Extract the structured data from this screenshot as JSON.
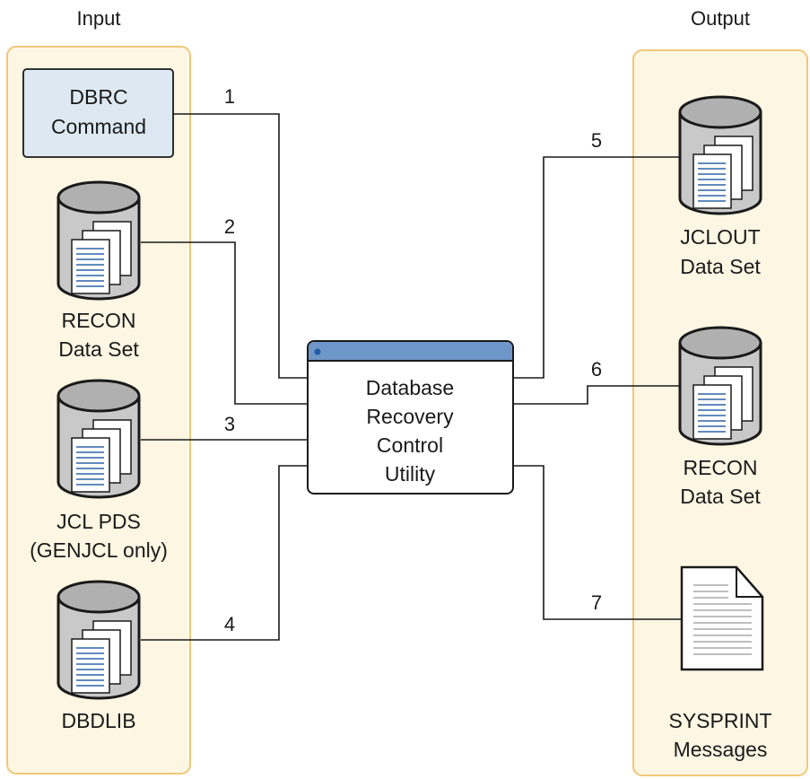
{
  "headers": {
    "input": "Input",
    "output": "Output"
  },
  "utility": {
    "lines": [
      "Database",
      "Recovery",
      "Control",
      "Utility"
    ]
  },
  "inputs": {
    "command": {
      "lines": [
        "DBRC",
        "Command"
      ]
    },
    "recon": {
      "lines": [
        "RECON",
        "Data Set"
      ]
    },
    "jcl": {
      "lines": [
        "JCL PDS",
        "(GENJCL only)"
      ]
    },
    "dbdlib": {
      "lines": [
        "DBDLIB"
      ]
    }
  },
  "outputs": {
    "jclout": {
      "lines": [
        "JCLOUT",
        "Data Set"
      ]
    },
    "recon": {
      "lines": [
        "RECON",
        "Data Set"
      ]
    },
    "sysprint": {
      "lines": [
        "SYSPRINT",
        "Messages"
      ]
    }
  },
  "connectors": [
    "1",
    "2",
    "3",
    "4",
    "5",
    "6",
    "7"
  ],
  "colors": {
    "panel_fill": "#fdf6e3",
    "panel_border": "#f0c77a",
    "command_fill": "#dde8f2",
    "titlebar": "#6f96c8",
    "titlebar_dot": "#1f5aa8",
    "cylinder_fill": "#c9c9c9",
    "cylinder_top": "#b0b0b0",
    "page_lines": "#2f63a8",
    "line": "#1a1a1a"
  },
  "icons": {
    "database": "database-cylinder-icon",
    "document": "document-icon",
    "window": "window-icon"
  }
}
